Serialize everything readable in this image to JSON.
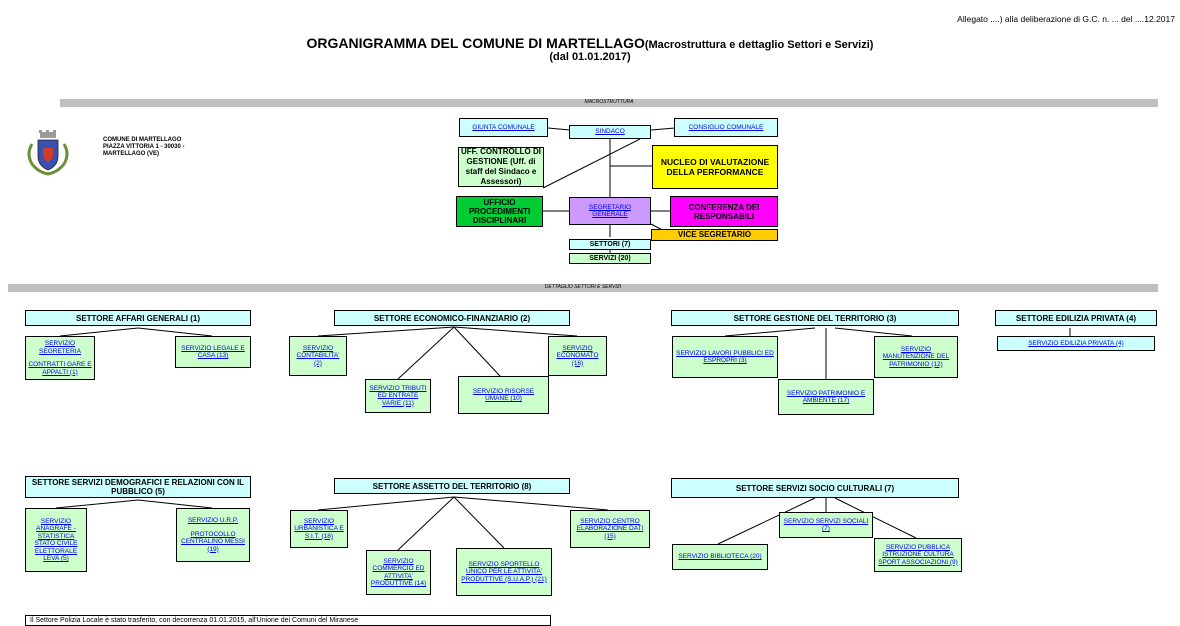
{
  "header": {
    "top_note": "Allegato ....) alla deliberazione di G.C. n. ... del ....12.2017",
    "title_main": "ORGANIGRAMMA DEL COMUNE DI MARTELLAGO",
    "title_paren": "(Macrostruttura e dettaglio Settori e Servizi)",
    "title_date": "(dal 01.01.2017)"
  },
  "bands": {
    "macro": "MACROSTRUTTURA",
    "detail": "DETTAGLIO SETTORI E SERVIZI"
  },
  "comune": {
    "line1": "COMUNE DI MARTELLAGO",
    "line2": "PIAZZA VITTORIA 1 - 30030 -",
    "line3": "MARTELLAGO (VE)",
    "crest_icon": "coat-of-arms-icon"
  },
  "macro": {
    "giunta": "GIUNTA COMUNALE",
    "sindaco": "SINDACO",
    "consiglio": "CONSIGLIO COMUNALE",
    "uff_controllo": "UFF. CONTROLLO DI GESTIONE (Uff. di staff del Sindaco e Assessori)",
    "nucleo": "NUCLEO DI VALUTAZIONE DELLA PERFORMANCE",
    "ufficio_proc": "UFFICIO PROCEDIMENTI DISCIPLINARI",
    "segretario": "SEGRETARIO GENERALE",
    "conferenza": "CONFERENZA DEI RESPONSABILI",
    "vice": "VICE SEGRETARIO",
    "settori": "SETTORI (7)",
    "servizi": "SERVIZI (20)"
  },
  "sectors": {
    "affari": {
      "title": "SETTORE AFFARI GENERALI (1)",
      "segreteria_a": "SERVIZIO SEGRETERIA",
      "segreteria_b": "CONTRATTI GARE E APPALTI (1)",
      "legale": "SERVIZIO LEGALE E CASA (13)"
    },
    "economico": {
      "title": "SETTORE ECONOMICO-FINANZIARIO (2)",
      "contabilita": "SERVIZIO CONTABILITA' (2)",
      "tributi": "SERVIZIO TRIBUTI ED ENTRATE VARIE (11)",
      "risorse": "SERVIZIO RISORSE UMANE (10)",
      "economato": "SERVIZIO ECONOMATO (16)"
    },
    "gestione": {
      "title": "SETTORE GESTIONE DEL TERRITORIO (3)",
      "lavori": "SERVIZIO LAVORI PUBBLICI ED ESPROPRI (3)",
      "patrimonio": "SERVIZIO PATRIMONIO E AMBIENTE (17)",
      "manutenzione": "SERVIZIO MANUTENZIONE DEL PATRIMONIO (12)"
    },
    "edilizia": {
      "title": "SETTORE EDILIZIA PRIVATA (4)",
      "servizio": "SERVIZIO EDILIZIA PRIVATA (4)"
    },
    "demografici": {
      "title": "SETTORE SERVIZI DEMOGRAFICI E RELAZIONI CON IL PUBBLICO (5)",
      "anagrafe_a": "SERVIZIO ANAGRAFE - STATISTICA",
      "anagrafe_b": "STATO CIVILE",
      "anagrafe_c": "ELETTORALE LEVA (5)",
      "urp_a": "SERVIZIO U.R.P.",
      "urp_b": "PROTOCOLLO CENTRALINO MESSI (19)"
    },
    "assetto": {
      "title": "SETTORE ASSETTO DEL TERRITORIO (8)",
      "urbanistica": "SERVIZIO URBANISTICA E S.I.T. (18)",
      "commercio": "SERVIZIO COMMERCIO ED ATTIVITA' PRODUTTIVE (14)",
      "suap": "SERVIZIO SPORTELLO UNICO PER LE ATTIVITA' PRODUTTIVE (S.U.A.P.) (21)",
      "centro": "SERVIZIO CENTRO ELABORAZIONE DATI (15)"
    },
    "socio": {
      "title": "SETTORE SERVIZI SOCIO CULTURALI (7)",
      "biblioteca": "SERVIZIO BIBLIOTECA (20)",
      "sociali": "SERVIZIO SERVIZI SOCIALI (7)",
      "istruzione": "SERVIZIO PUBBLICA ISTRUZIONE CULTURA SPORT ASSOCIAZIONI (9)"
    }
  },
  "footer_note": "Il Settore Polizia Locale è stato trasferito, con decorrenza 01.01.2015, all'Unione dei Comuni del Miranese",
  "colors": {
    "cyan": "#ccffff",
    "light_green": "#ccffcc",
    "green": "#00cc33",
    "lavender": "#cc99ff",
    "magenta": "#ff00ff",
    "yellow": "#ffff00",
    "orange": "#ffcc00",
    "band_gray": "#bfbfbf",
    "link_blue": "#0000ee"
  }
}
